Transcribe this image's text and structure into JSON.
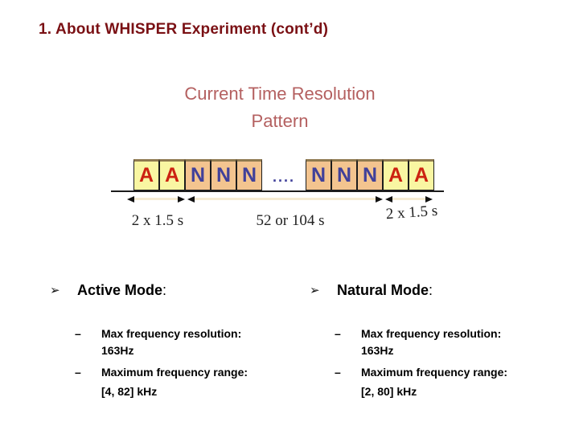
{
  "slide_title": "1. About WHISPER Experiment (cont’d)",
  "subtitle": {
    "line1": "Current Time Resolution",
    "line2": "Pattern"
  },
  "diagram": {
    "cells": [
      {
        "letter": "A",
        "mode": "active"
      },
      {
        "letter": "A",
        "mode": "active"
      },
      {
        "letter": "N",
        "mode": "natural"
      },
      {
        "letter": "N",
        "mode": "natural"
      },
      {
        "letter": "N",
        "mode": "natural"
      },
      {
        "letter": "N",
        "mode": "natural"
      },
      {
        "letter": "N",
        "mode": "natural"
      },
      {
        "letter": "N",
        "mode": "natural"
      },
      {
        "letter": "A",
        "mode": "active"
      },
      {
        "letter": "A",
        "mode": "active"
      }
    ],
    "ellipsis": "....",
    "intervals": {
      "left": "2 x 1.5 s",
      "middle": "52 or 104 s",
      "right": "2 x 1.5 s"
    }
  },
  "columns": [
    {
      "bullet": "➢",
      "heading": "Active Mode",
      "heading_suffix": ":",
      "items": [
        {
          "marker": "–",
          "label": "Max frequency resolution:",
          "value": "163Hz"
        },
        {
          "marker": "–",
          "label": "Maximum frequency range:",
          "value": "[4, 82] kHz"
        }
      ]
    },
    {
      "bullet": "➢",
      "heading": "Natural Mode",
      "heading_suffix": ":",
      "items": [
        {
          "marker": "–",
          "label": "Max frequency resolution:",
          "value": "163Hz"
        },
        {
          "marker": "–",
          "label": "Maximum frequency range:",
          "value": "[2, 80] kHz"
        }
      ]
    }
  ],
  "colors": {
    "title_text": "#7a1014",
    "subtitle_text": "#b46060",
    "active_cell_bg": "#f9f6a2",
    "natural_cell_bg": "#f3c48f",
    "active_letter": "#cc2211",
    "natural_letter": "#40409a",
    "cell_top_border": "#8f7a50",
    "arrow_shaft": "#f5ebd2",
    "axis_line": "#1c1c1c"
  }
}
